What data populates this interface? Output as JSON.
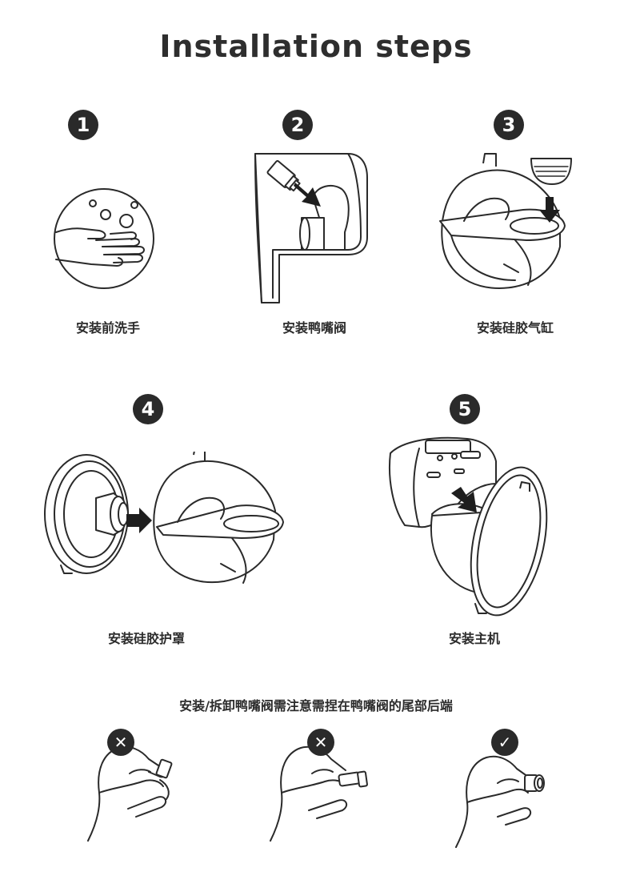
{
  "title": "Installation steps",
  "steps": [
    {
      "number": "1",
      "caption": "安装前洗手",
      "icon": "hand-wash-icon"
    },
    {
      "number": "2",
      "caption": "安装鸭嘴阀",
      "icon": "duckbill-valve-icon"
    },
    {
      "number": "3",
      "caption": "安装硅胶气缸",
      "icon": "silicone-cylinder-icon"
    },
    {
      "number": "4",
      "caption": "安装硅胶护罩",
      "icon": "silicone-shield-icon"
    },
    {
      "number": "5",
      "caption": "安装主机",
      "icon": "main-unit-icon"
    }
  ],
  "note": "安装/拆卸鸭嘴阀需注意需捏在鸭嘴阀的尾部后端",
  "grips": [
    {
      "status": "wrong",
      "symbol": "✕",
      "icon": "cross-icon"
    },
    {
      "status": "wrong",
      "symbol": "✕",
      "icon": "cross-icon"
    },
    {
      "status": "correct",
      "symbol": "✓",
      "icon": "check-icon"
    }
  ],
  "colors": {
    "badge": "#2a2a2a",
    "text": "#2b2b2b",
    "background": "#ffffff"
  }
}
